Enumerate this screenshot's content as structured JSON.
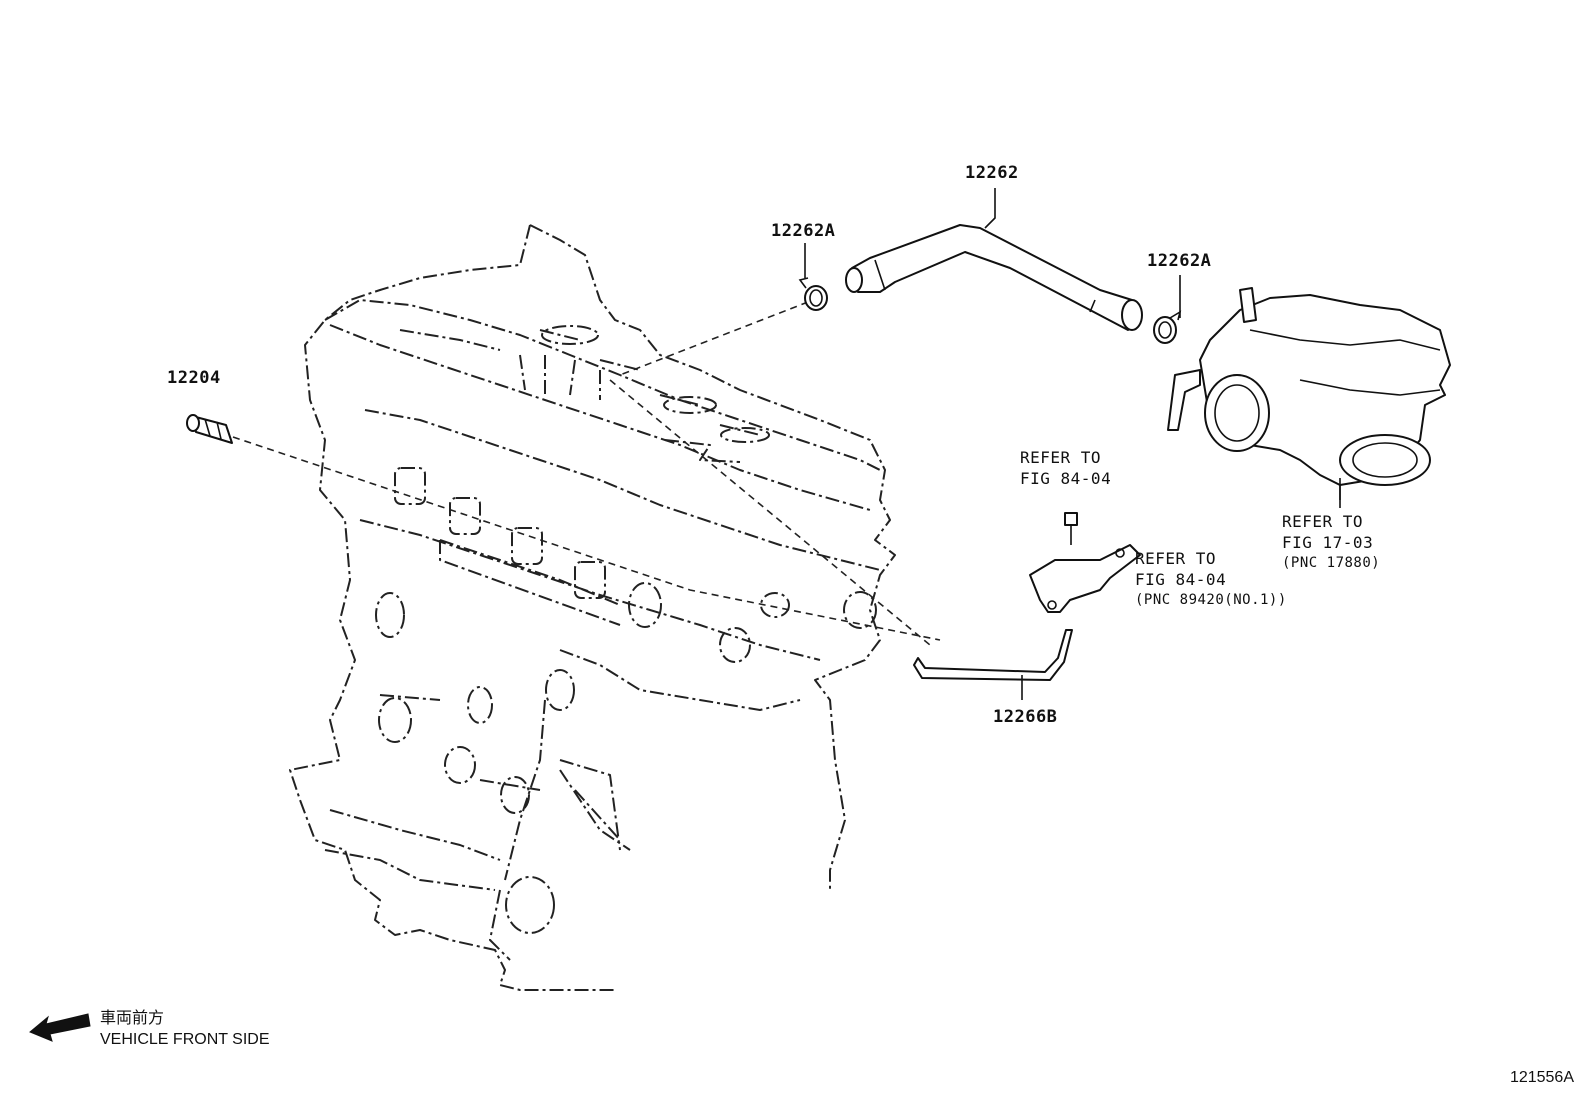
{
  "parts": {
    "pcv_valve": "12204",
    "clamp_left": "12262A",
    "ventilation_hose": "12262",
    "clamp_right": "12262A",
    "hose_b": "12266B"
  },
  "refs": {
    "bolt": {
      "line1": "REFER TO",
      "line2": "FIG 84-04"
    },
    "bracket": {
      "line1": "REFER TO",
      "line2": "FIG 84-04",
      "pnc": "(PNC 89420(NO.1))"
    },
    "throttle": {
      "line1": "REFER TO",
      "line2": "FIG 17-03",
      "pnc": "(PNC 17880)"
    }
  },
  "direction": {
    "japanese": "車両前方",
    "english": "VEHICLE FRONT SIDE"
  },
  "figure_number": "121556A"
}
